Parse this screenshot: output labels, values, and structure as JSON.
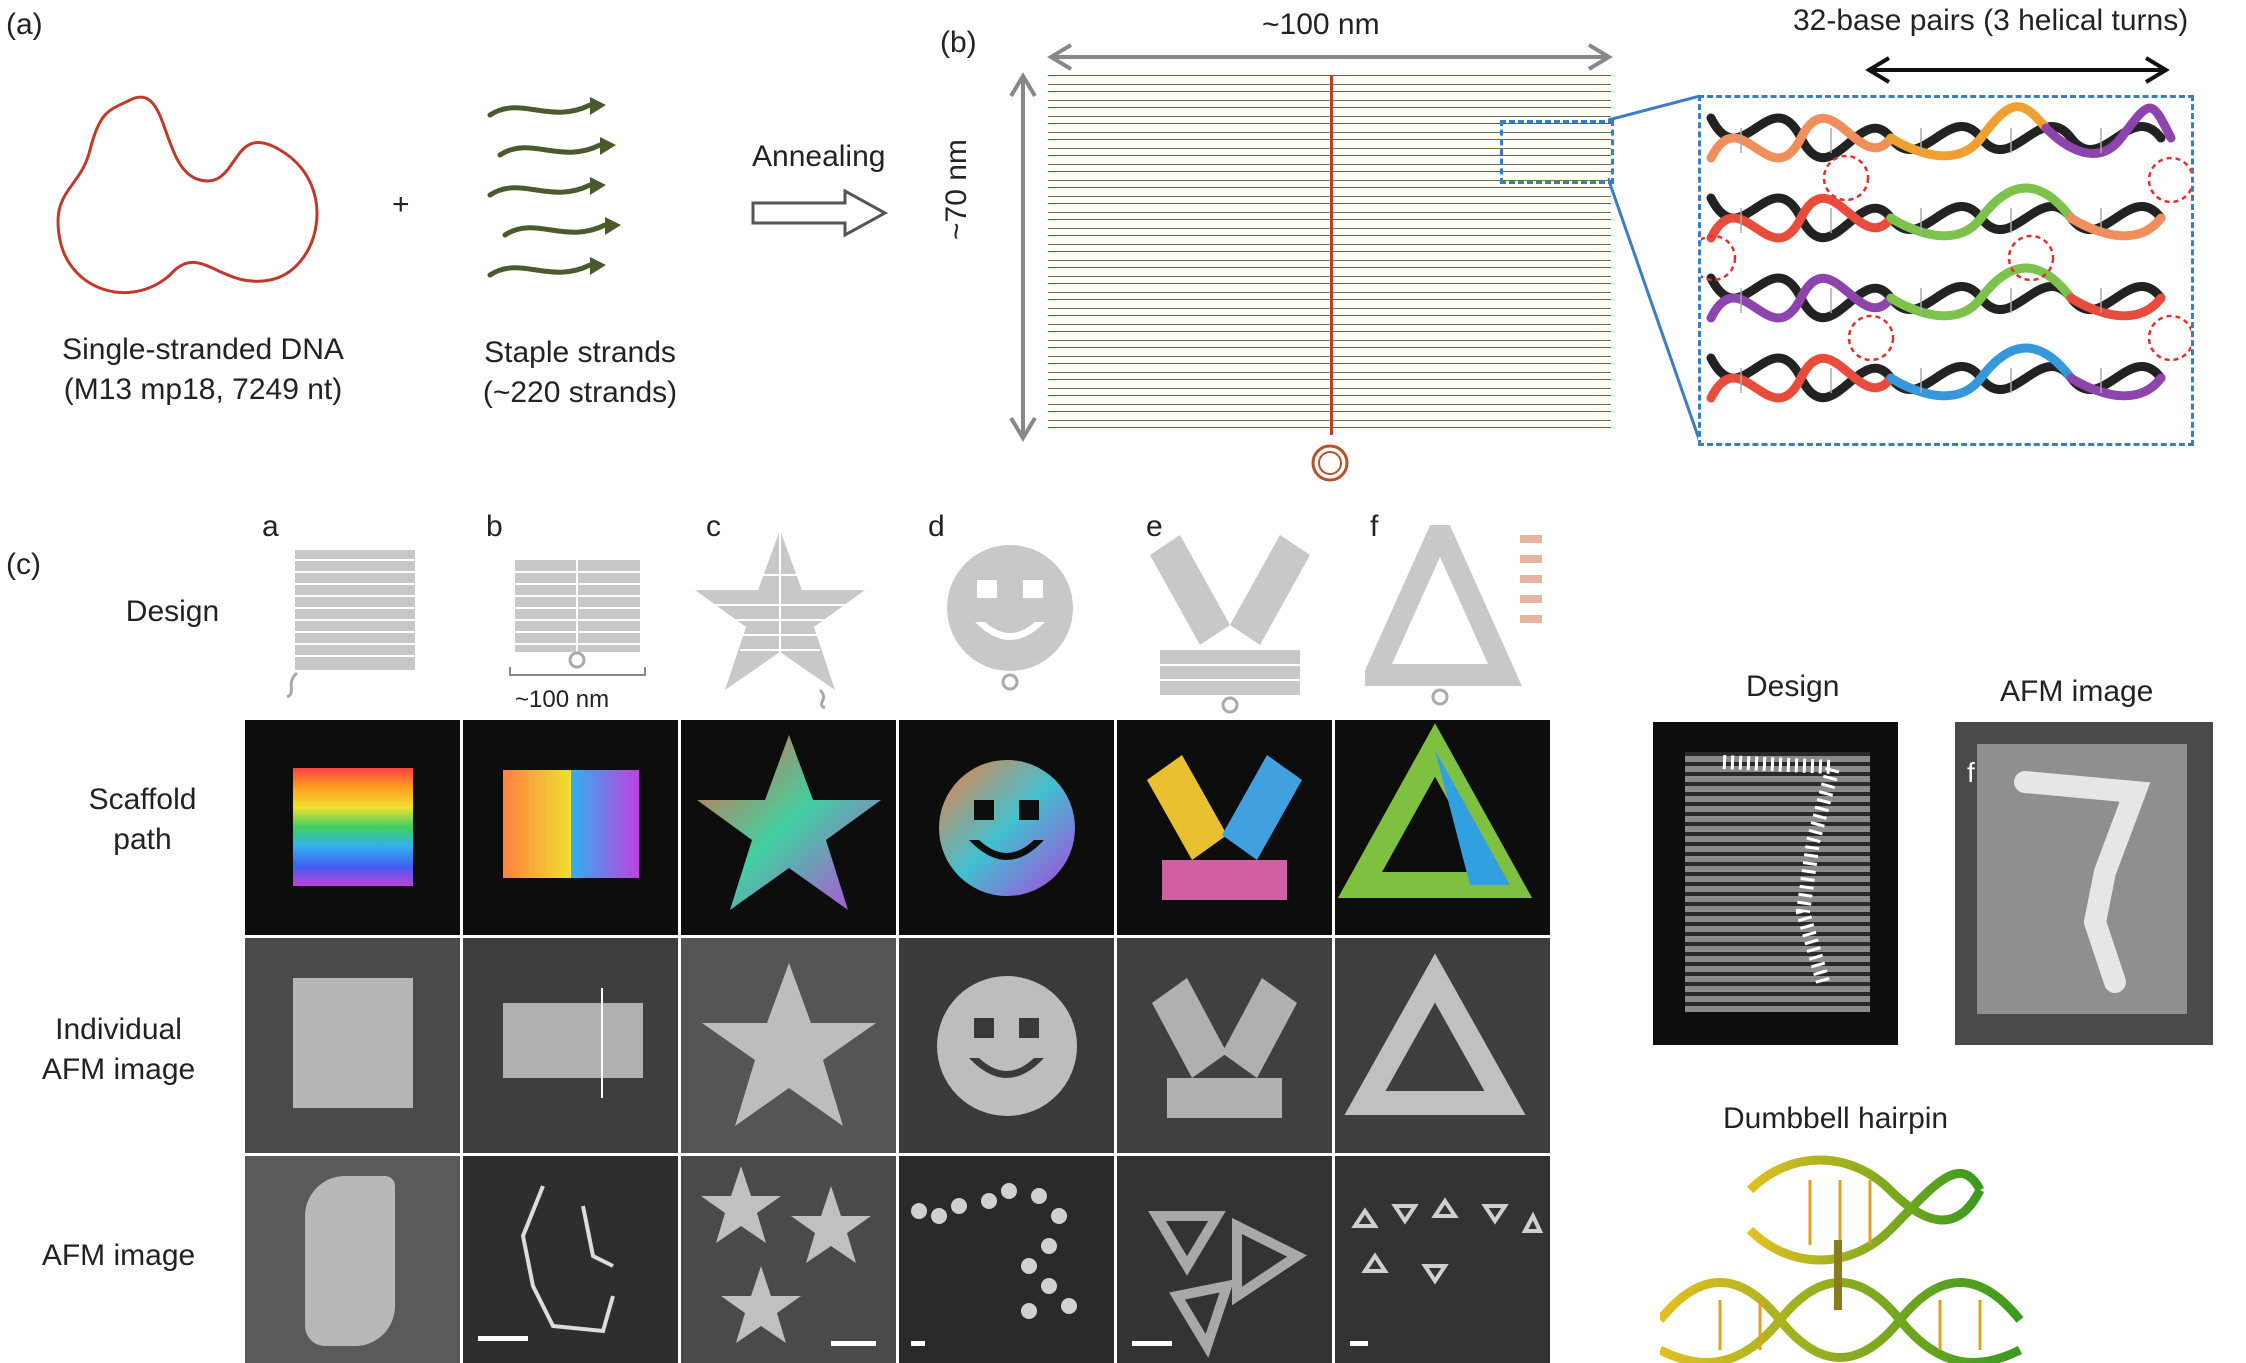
{
  "panel_a": {
    "label": "(a)",
    "ssdna_caption": [
      "Single-stranded DNA",
      "(M13 mp18, 7249 nt)"
    ],
    "plus": "+",
    "staple_caption": [
      "Staple strands",
      "(~220 strands)"
    ],
    "arrow_label": "Annealing"
  },
  "panel_b": {
    "label": "(b)",
    "width_label": "~100 nm",
    "height_label": "~70 nm",
    "zoom_label": "32-base pairs (3 helical turns)"
  },
  "panel_c": {
    "label": "(c)",
    "columns": [
      "a",
      "b",
      "c",
      "d",
      "e",
      "f"
    ],
    "rows": {
      "design": "Design",
      "scaffold": [
        "Scaffold",
        "path"
      ],
      "individual": [
        "Individual",
        "AFM image"
      ],
      "afm": "AFM image"
    },
    "scale_label": "~100 nm"
  },
  "right_panel": {
    "design_title": "Design",
    "afm_title": "AFM image",
    "afm_letter": "f",
    "hairpin_title": "Dumbbell hairpin"
  },
  "colors": {
    "scaffold_red": "#c0392b",
    "staple_green": "#4a5a2a",
    "arrow_gray": "#888888",
    "dashed_blue": "#3b7dc4",
    "dark_tile": "#0d0d0d"
  }
}
